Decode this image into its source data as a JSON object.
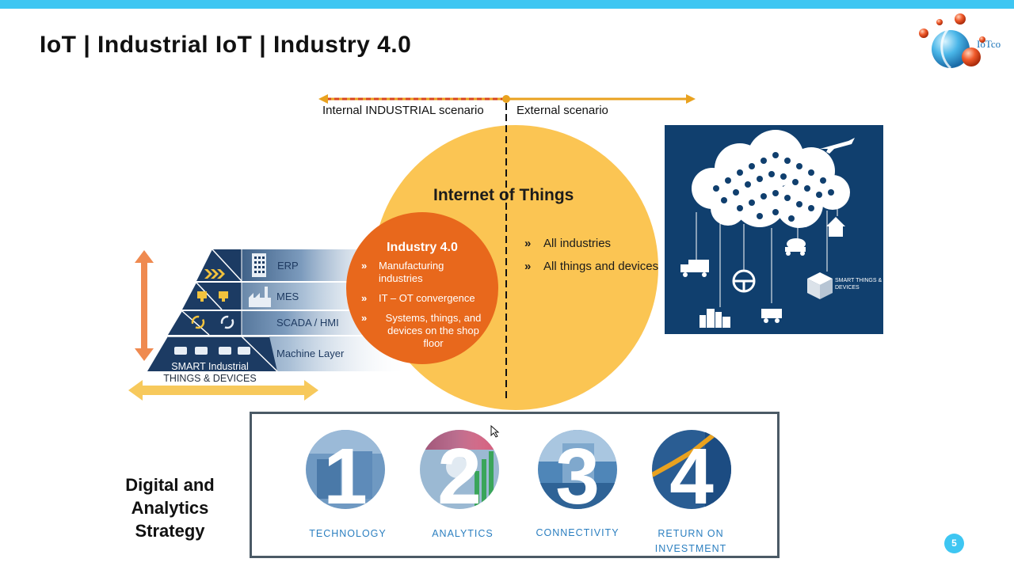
{
  "slide": {
    "title": "IoT  |  Industrial IoT  |  Industry 4.0",
    "logo_text": "IoTco",
    "page_number": "5"
  },
  "scenario": {
    "internal": "Internal INDUSTRIAL scenario",
    "external": "External scenario"
  },
  "iot": {
    "title": "Internet of Things",
    "items": [
      "All industries",
      "All things and devices"
    ],
    "bullet": "»"
  },
  "industry40": {
    "title": "Industry 4.0",
    "items": [
      "Manufacturing industries",
      "IT – OT convergence",
      "Systems, things, and devices on the shop floor"
    ],
    "bullet": "»"
  },
  "pyramid": {
    "layers": [
      "ERP",
      "MES",
      "SCADA / HMI",
      "Machine Layer"
    ],
    "base_line1": "SMART Industrial",
    "base_line2": "THINGS & DEVICES"
  },
  "iot_image": {
    "smart_things_label": "SMART THINGS & DEVICES"
  },
  "strategy": {
    "title": "Digital and Analytics Strategy",
    "pillars": [
      {
        "number": "1",
        "label": "TECHNOLOGY"
      },
      {
        "number": "2",
        "label": "ANALYTICS"
      },
      {
        "number": "3",
        "label": "CONNECTIVITY"
      },
      {
        "number": "4",
        "label": "RETURN ON INVESTMENT"
      }
    ]
  },
  "colors": {
    "accent_blue": "#3ec6f2",
    "iot_yellow": "#fbc553",
    "industry_orange": "#e8681c",
    "navy": "#103f6e",
    "arrow_gold": "#e9a21f",
    "arrow_orange": "#ef8a50"
  }
}
